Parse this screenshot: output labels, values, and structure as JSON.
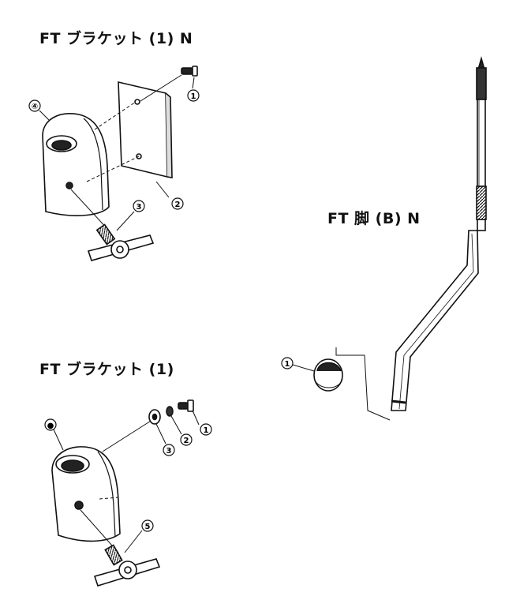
{
  "titles": {
    "bracket_n": "FT ブラケット (1) N",
    "bracket": "FT ブラケット (1)",
    "leg": "FT 脚 (B) N"
  },
  "callouts": {
    "top": [
      "④",
      "1",
      "2",
      "3"
    ],
    "bottom": [
      "●",
      "1",
      "2",
      "3",
      "5"
    ],
    "leg": [
      "1"
    ]
  }
}
